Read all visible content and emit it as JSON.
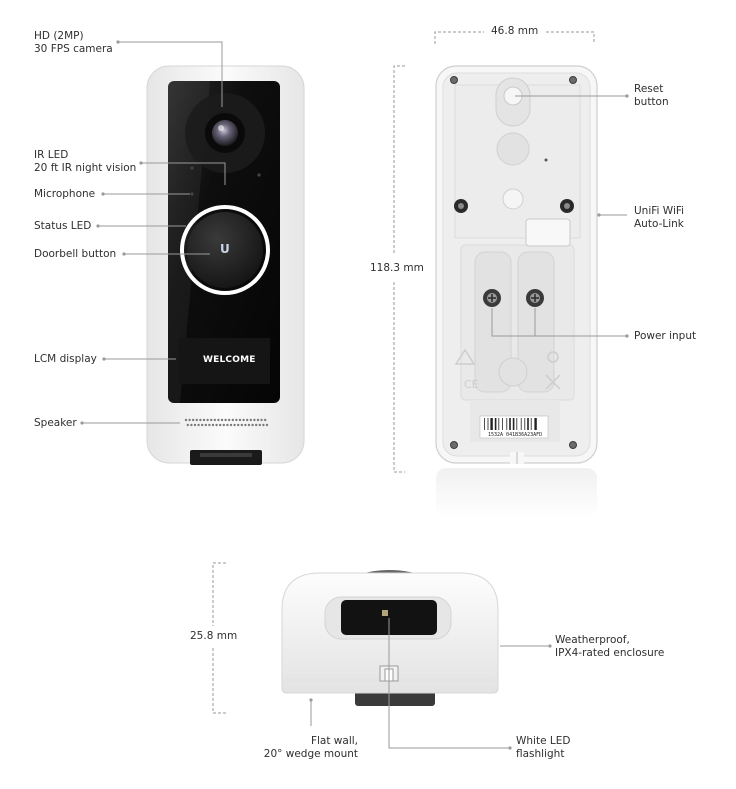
{
  "front": {
    "labels": {
      "camera": [
        "HD (2MP)",
        "30 FPS camera"
      ],
      "ir_led": [
        "IR LED",
        "20 ft IR night vision"
      ],
      "microphone": "Microphone",
      "status_led": "Status LED",
      "doorbell_button": "Doorbell button",
      "lcm_display": "LCM display",
      "speaker": "Speaker"
    },
    "screen_text": "WELCOME",
    "logo": "U"
  },
  "back": {
    "width": "46.8 mm",
    "height": "118.3 mm",
    "labels": {
      "reset": [
        "Reset",
        "button"
      ],
      "wifi": [
        "UniFi WiFi",
        "Auto-Link"
      ],
      "power": "Power input"
    },
    "barcode_text": "1532A 041B36A23AFD"
  },
  "bottom": {
    "depth": "25.8 mm",
    "labels": {
      "enclosure": [
        "Weatherproof,",
        "IPX4-rated enclosure"
      ],
      "mount": [
        "Flat wall,",
        "20° wedge mount"
      ],
      "flashlight": [
        "White LED",
        "flashlight"
      ]
    }
  },
  "colors": {
    "body": "#f4f4f4",
    "screen": "#111111",
    "line": "#8a8a8a"
  }
}
